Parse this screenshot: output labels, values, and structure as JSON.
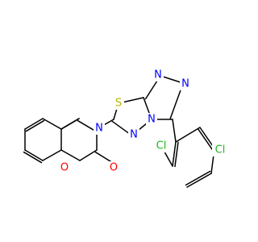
{
  "colors": {
    "bond": "#000000",
    "S": "#b5b500",
    "N": "#0000ff",
    "O": "#ff0000",
    "Cl": "#1fb51f"
  },
  "atoms": [
    {
      "id": "S1",
      "label": "S",
      "element": "S"
    },
    {
      "id": "N_tz_a",
      "label": "N",
      "element": "N"
    },
    {
      "id": "N_tz_b",
      "label": "N",
      "element": "N"
    },
    {
      "id": "N_br",
      "label": "N",
      "element": "N"
    },
    {
      "id": "N_td",
      "label": "N",
      "element": "N"
    },
    {
      "id": "N_td2",
      "label": "N",
      "element": "N"
    },
    {
      "id": "O_ring",
      "label": "O",
      "element": "O"
    },
    {
      "id": "O_keto",
      "label": "O",
      "element": "O"
    },
    {
      "id": "Cl_ortho",
      "label": "Cl",
      "element": "Cl"
    },
    {
      "id": "Cl_para",
      "label": "Cl",
      "element": "Cl"
    }
  ]
}
